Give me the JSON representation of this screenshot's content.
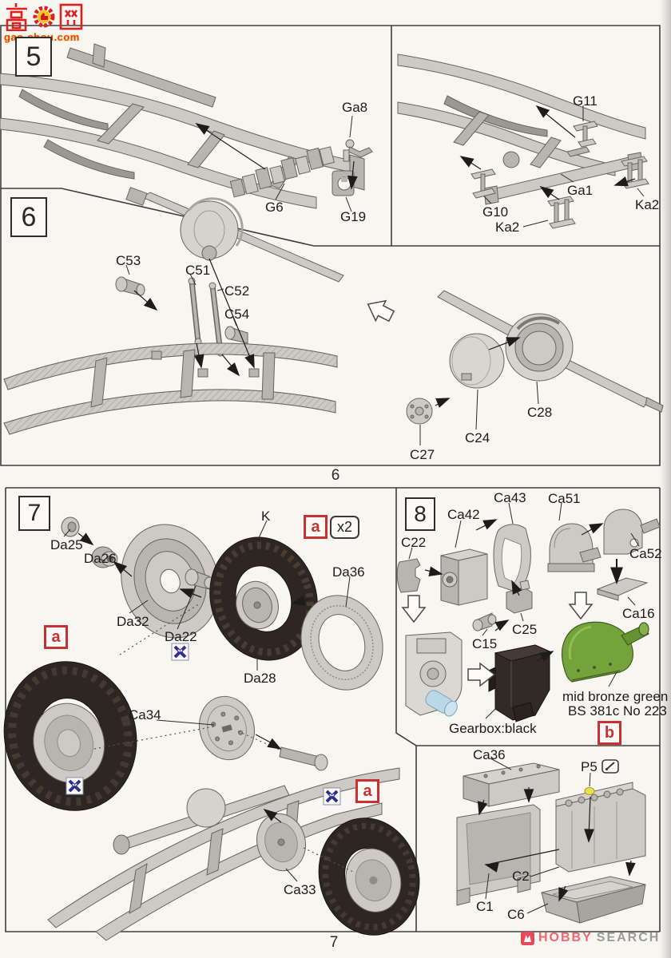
{
  "watermark": {
    "chars_text": "高达网",
    "site": "gao-shou.com"
  },
  "page": {
    "top_page_number": "6",
    "bottom_page_number": "7"
  },
  "brand": {
    "hobby": "HOBBY",
    "search": "SEARCH"
  },
  "badges": {
    "a": "a",
    "b": "b",
    "x2": "x2"
  },
  "steps": {
    "step5": {
      "number": "5",
      "labels": {
        "ga8": "Ga8",
        "g6": "G6",
        "g19": "G19",
        "g11": "G11",
        "ga1": "Ga1",
        "ka2": "Ka2",
        "g10": "G10"
      }
    },
    "step6": {
      "number": "6",
      "labels": {
        "c53": "C53",
        "c51": "C51",
        "c52": "C52",
        "c54": "C54",
        "c28": "C28",
        "c24": "C24",
        "c27": "C27"
      }
    },
    "step7": {
      "number": "7",
      "labels": {
        "da25": "Da25",
        "da26": "Da26",
        "da32": "Da32",
        "da22": "Da22",
        "da28": "Da28",
        "da36": "Da36",
        "k": "K",
        "ca34": "Ca34",
        "ca33": "Ca33"
      }
    },
    "step8": {
      "number": "8",
      "labels": {
        "c22": "C22",
        "ca42": "Ca42",
        "ca43": "Ca43",
        "ca51": "Ca51",
        "ca52": "Ca52",
        "ca16": "Ca16",
        "c15": "C15",
        "c25": "C25"
      },
      "notes": {
        "gearbox": "Gearbox:black",
        "paint_line1": "mid bronze green",
        "paint_line2": "BS 381c No 223"
      }
    },
    "engine": {
      "labels": {
        "ca36": "Ca36",
        "p5": "P5",
        "c1": "C1",
        "c2": "C2",
        "c6": "C6"
      }
    }
  },
  "colors": {
    "paint_green": "#74a33c",
    "part_black": "#2e2623",
    "part_blue": "#bcd8e8",
    "part_yellow": "#e8e24e",
    "badge_red": "#c83232",
    "brush_blue": "#2b2f8e",
    "brand_red": "#ef6572"
  }
}
